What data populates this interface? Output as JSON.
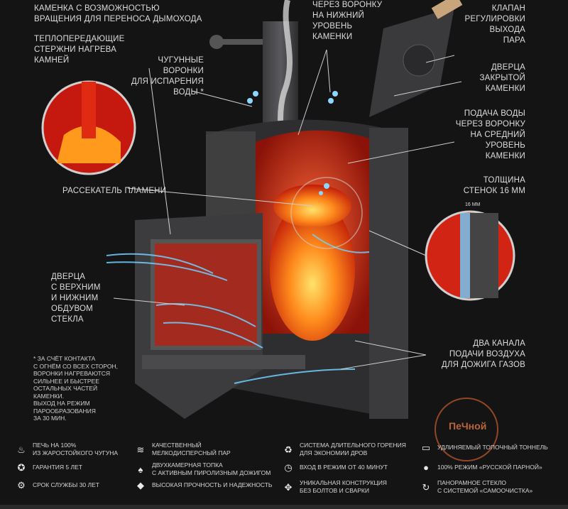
{
  "labels": {
    "rotating_stones": "КАМЕНКА С ВОЗМОЖНОСТЬЮ\nВРАЩЕНИЯ ДЛЯ ПЕРЕНОСА ДЫМОХОДА",
    "heat_rods": "ТЕПЛОПЕРЕДАЮЩИЕ\nСТЕРЖНИ НАГРЕВА\nКАМНЕЙ",
    "funnels": "ЧУГУННЫЕ\nВОРОНКИ\nДЛЯ ИСПАРЕНИЯ\nВОДЫ *",
    "flame_divider": "РАССЕКАТЕЛЬ ПЛАМЕНИ",
    "water_lower": "ЧЕРЕЗ ВОРОНКУ\nНА НИЖНИЙ\nУРОВЕНЬ\nКАМЕНКИ",
    "steam_valve": "КЛАПАН\nРЕГУЛИРОВКИ\nВЫХОДА\nПАРА",
    "closed_door": "ДВЕРЦА\nЗАКРЫТОЙ\nКАМЕНКИ",
    "water_middle": "ПОДАЧА ВОДЫ\nЧЕРЕЗ ВОРОНКУ\nНА СРЕДНИЙ\nУРОВЕНЬ\nКАМЕНКИ",
    "wall_thickness": "ТОЛЩИНА\nСТЕНОК 16 ММ",
    "wall_mm": "16 ММ",
    "glass_door": "ДВЕРЦА\nС ВЕРХНИМ\nИ НИЖНИМ\nОБДУВОМ\nСТЕКЛА",
    "air_channels": "ДВА КАНАЛА\nПОДАЧИ ВОЗДУХА\nДЛЯ ДОЖИГА ГАЗОВ"
  },
  "footnote": "* ЗА СЧЁТ КОНТАКТА\nС ОГНЁМ СО ВСЕХ СТОРОН,\nВОРОНКИ НАГРЕВАЮТСЯ\nСИЛЬНЕЕ И БЫСТРЕЕ\nОСТАЛЬНЫХ ЧАСТЕЙ\nКАМЕНКИ.\nВЫХОД НА РЕЖИМ\nПАРООБРАЗОВАНИЯ\nЗА 30 МИН.",
  "watermark": "ПеЧной",
  "features": [
    {
      "icon": "cast-iron-icon",
      "glyph": "♨",
      "text": "ПЕЧЬ НА 100%\nИЗ ЖАРОСТОЙКОГО ЧУГУНА"
    },
    {
      "icon": "steam-icon",
      "glyph": "≋",
      "text": "КАЧЕСТВЕННЫЙ\nМЕЛКОДИСПЕРСНЫЙ ПАР"
    },
    {
      "icon": "long-burn-icon",
      "glyph": "♻",
      "text": "СИСТЕМА ДЛИТЕЛЬНОГО ГОРЕНИЯ\nДЛЯ ЭКОНОМИИ ДРОВ"
    },
    {
      "icon": "tunnel-icon",
      "glyph": "▭",
      "text": "УДЛИНЯЕМЫЙ ТОПОЧНЫЙ ТОННЕЛЬ"
    },
    {
      "icon": "warranty-icon",
      "glyph": "✪",
      "text": "ГАРАНТИЯ 5 ЛЕТ"
    },
    {
      "icon": "double-chamber-icon",
      "glyph": "♠",
      "text": "ДВУХКАМЕРНАЯ ТОПКА\nС АКТИВНЫМ ПИРОЛИЗНЫМ ДОЖИГОМ"
    },
    {
      "icon": "timer-icon",
      "glyph": "◷",
      "text": "ВХОД В РЕЖИМ ОТ 40 МИНУТ"
    },
    {
      "icon": "stones-icon",
      "glyph": "●",
      "text": "100% РЕЖИМ «РУССКОЙ ПАРНОЙ»"
    },
    {
      "icon": "service-life-icon",
      "glyph": "⚙",
      "text": "СРОК СЛУЖБЫ 30 ЛЕТ"
    },
    {
      "icon": "diamond-icon",
      "glyph": "◆",
      "text": "ВЫСОКАЯ ПРОЧНОСТЬ И НАДЕЖНОСТЬ"
    },
    {
      "icon": "construction-icon",
      "glyph": "✥",
      "text": "УНИКАЛЬНАЯ КОНСТРУКЦИЯ\nБЕЗ БОЛТОВ И СВАРКИ"
    },
    {
      "icon": "panorama-180-icon",
      "glyph": "↻",
      "text": "ПАНОРАМНОЕ СТЕКЛО\nС СИСТЕМОЙ «САМООЧИСТКА»"
    }
  ]
}
